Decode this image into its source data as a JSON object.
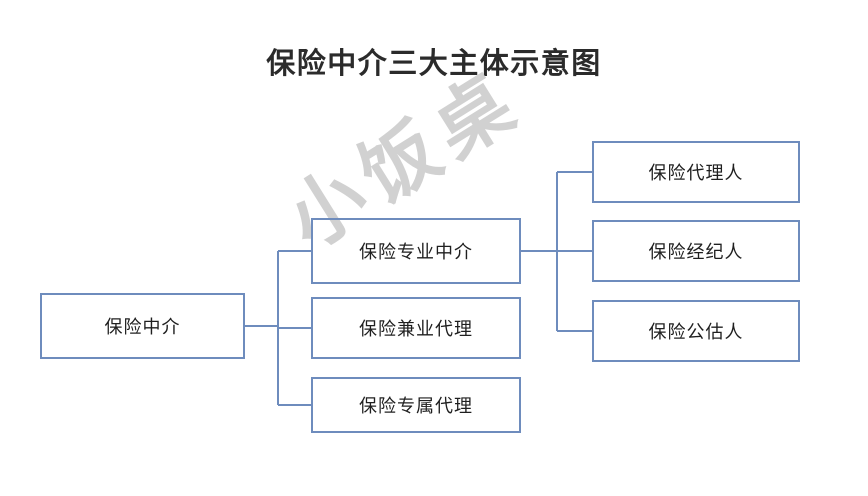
{
  "page": {
    "title": "保险中介三大主体示意图",
    "watermark": "小饭桌",
    "background_color": "#ffffff",
    "accent_color": "#6e8cbd",
    "text_color": "#1f1f1f",
    "watermark_color": "#c9c9c9"
  },
  "diagram": {
    "type": "tree",
    "root": {
      "label": "保险中介"
    },
    "level2": [
      {
        "label": "保险专业中介"
      },
      {
        "label": "保险兼业代理"
      },
      {
        "label": "保险专属代理"
      }
    ],
    "level3": [
      {
        "label": "保险代理人"
      },
      {
        "label": "保险经纪人"
      },
      {
        "label": "保险公估人"
      }
    ]
  }
}
